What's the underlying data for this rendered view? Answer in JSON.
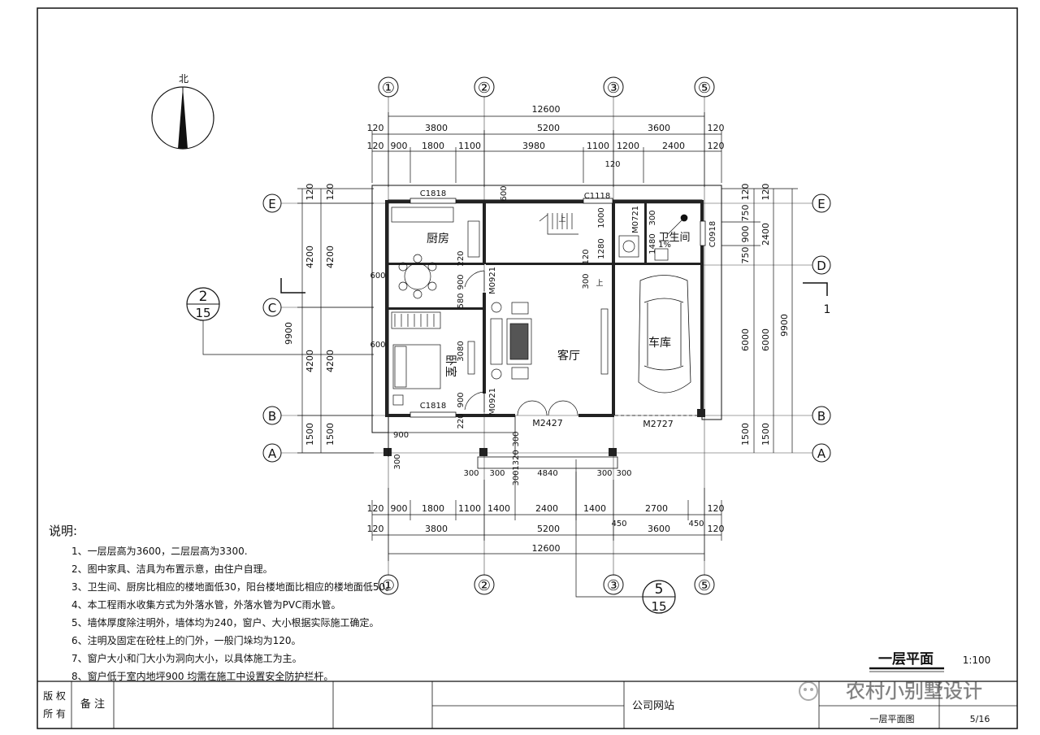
{
  "north_label": "北",
  "grid_top": [
    "①",
    "②",
    "③",
    "⑤"
  ],
  "grid_bottom": [
    "①",
    "②",
    "③",
    "⑤"
  ],
  "grid_side": [
    "E",
    "D",
    "C",
    "B",
    "A"
  ],
  "dims_top_total": "12600",
  "dims_top_row1": [
    "120",
    "3800",
    "5200",
    "3600",
    "120"
  ],
  "dims_top_row2": [
    "120",
    "900",
    "1800",
    "1100",
    "3980",
    "1100",
    "1200",
    "2400",
    "120"
  ],
  "dims_top_small": [
    "120"
  ],
  "dims_bottom_row1": [
    "120",
    "900",
    "1800",
    "1100",
    "1400",
    "2400",
    "1400",
    "2700",
    "120"
  ],
  "dims_bottom_row2": [
    "120",
    "3800",
    "5200",
    "3600",
    "120"
  ],
  "dims_bottom_total": "12600",
  "dims_bottom_small": [
    "450",
    "450"
  ],
  "dims_left_outer": [
    "120",
    "4200",
    "4200",
    "1500",
    "9900"
  ],
  "dims_left_inner": [
    "120",
    "4200",
    "4200",
    "1500"
  ],
  "dims_right_inner": [
    "120",
    "750",
    "900",
    "750",
    "6000",
    "1500"
  ],
  "dims_right_outer": [
    "120",
    "2400",
    "6000",
    "1500",
    "9900"
  ],
  "rooms": {
    "kitchen": "厨房",
    "living": "客厅",
    "bedroom": "卧室",
    "garage": "车库",
    "bath": "卫生间"
  },
  "bath_slope": "1%",
  "stair_up": "上",
  "stair_up2": "上",
  "windows": [
    "C1818",
    "C1118",
    "C1818",
    "C0918"
  ],
  "doors": [
    "M0921",
    "M0921",
    "M0721",
    "M2427",
    "M2727"
  ],
  "plan_labels": [
    "600",
    "600",
    "600",
    "220",
    "900",
    "580",
    "3080",
    "900",
    "220",
    "1000",
    "1280",
    "120",
    "300",
    "300",
    "1480",
    "900",
    "300",
    "300",
    "1320",
    "300",
    "300",
    "300",
    "4840",
    "300",
    "300"
  ],
  "section_marks": {
    "left_num": "2",
    "left_den": "15",
    "bottom_num": "5",
    "bottom_den": "15",
    "right": "1"
  },
  "notes_title": "说明:",
  "notes": [
    "1、一层层高为3600，二层层高为3300.",
    "2、图中家具、洁具为布置示意，由住户自理。",
    "3、卫生间、厨房比相应的楼地面低30，阳台楼地面比相应的楼地面低50。",
    "4、本工程雨水收集方式为外落水管，外落水管为PVC雨水管。",
    "5、墙体厚度除注明外，墙体均为240，窗户、大小根据实际施工确定。",
    "6、注明及固定在砼柱上的门外，一般门垛均为120。",
    "7、窗户大小和门大小为洞向大小，以具体施工为主。",
    "8、窗户低于室内地坪900 均需在施工中设置安全防护栏杆。"
  ],
  "drawing_title": "一层平面",
  "scale": "1:100",
  "titleblock": {
    "copyright_1": "版 权",
    "copyright_2": "所 有",
    "remarks": "备 注",
    "company_site": "公司网站",
    "drawing_name": "一层平面图",
    "sheet": "5/16",
    "watermark": "农村小别墅设计"
  }
}
